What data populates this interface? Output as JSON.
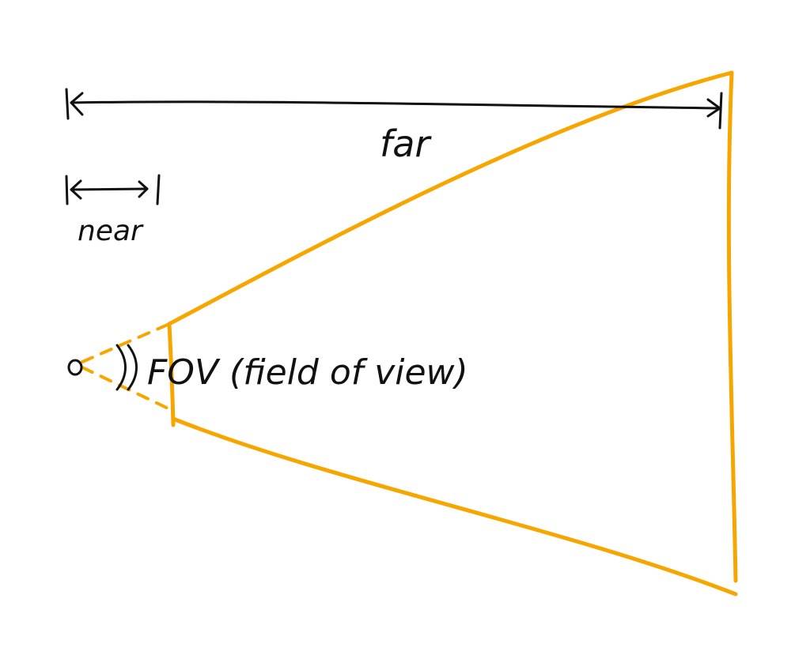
{
  "labels": {
    "far": "far",
    "near": "near",
    "fov": "FOV (field of view)"
  },
  "colors": {
    "frustum": "#F7A600",
    "ink": "#111111",
    "background": "#FFFFFF"
  }
}
